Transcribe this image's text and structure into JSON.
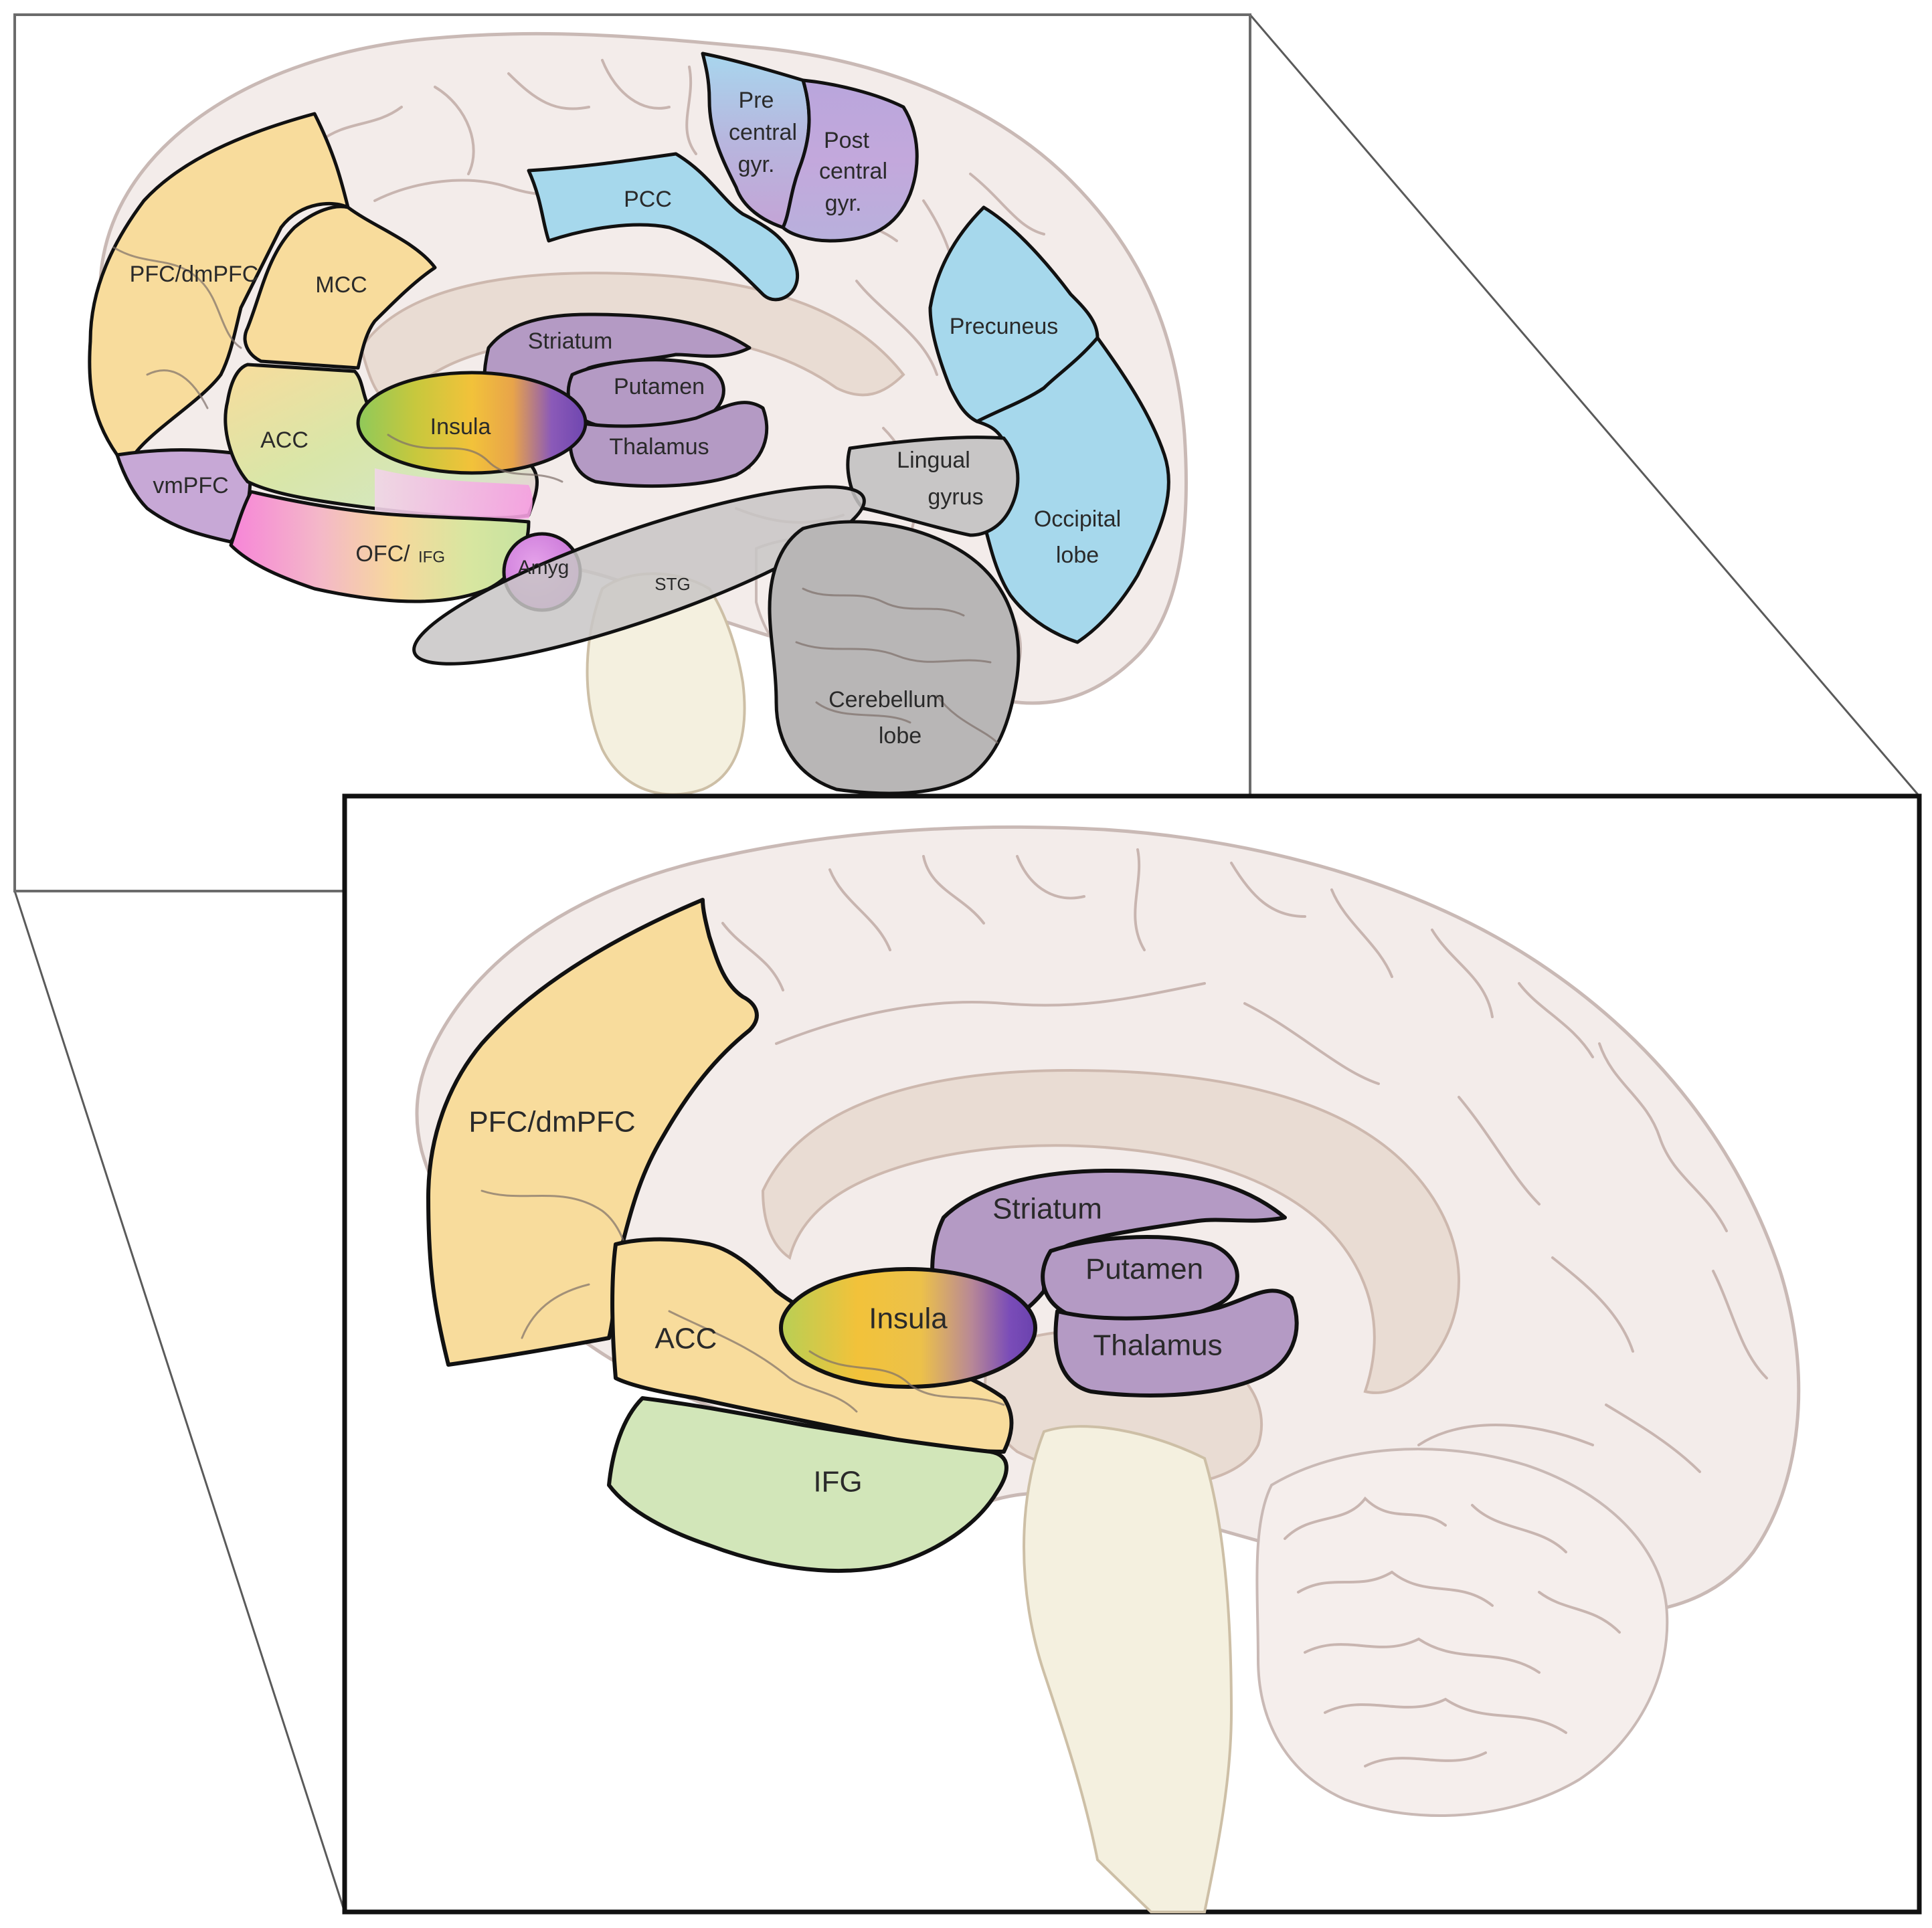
{
  "top_panel": {
    "labels": {
      "pre_central": [
        "Pre",
        "central",
        "gyr."
      ],
      "post_central": [
        "Post",
        "central",
        "gyr."
      ],
      "pcc": "PCC",
      "pfc_dmpfc": "PFC/dmPFC",
      "mcc": "MCC",
      "precuneus": "Precuneus",
      "striatum": "Striatum",
      "putamen": "Putamen",
      "insula": "Insula",
      "thalamus": "Thalamus",
      "acc": "ACC",
      "lingual_gyrus": [
        "Lingual",
        "gyrus"
      ],
      "vmpfc": "vmPFC",
      "occipital_lobe": [
        "Occipital",
        "lobe"
      ],
      "ofc": "OFC/",
      "ifg_small": "IFG",
      "amyg": "Amyg",
      "stg": "STG",
      "cerebellum_lobe": [
        "Cerebellum",
        "lobe"
      ]
    }
  },
  "bottom_panel": {
    "labels": {
      "pfc_dmpfc": "PFC/dmPFC",
      "striatum": "Striatum",
      "putamen": "Putamen",
      "insula": "Insula",
      "acc": "ACC",
      "thalamus": "Thalamus",
      "ifg": "IFG"
    }
  },
  "colors": {
    "frontal_yellow": "#f8dc9c",
    "purple": "#b49ac4",
    "blue": "#a6d8ec",
    "pink": "#f6a0d8",
    "green": "#cfe4b4",
    "grey": "#c8c6c6",
    "brain_fill": "#f3ecea"
  }
}
